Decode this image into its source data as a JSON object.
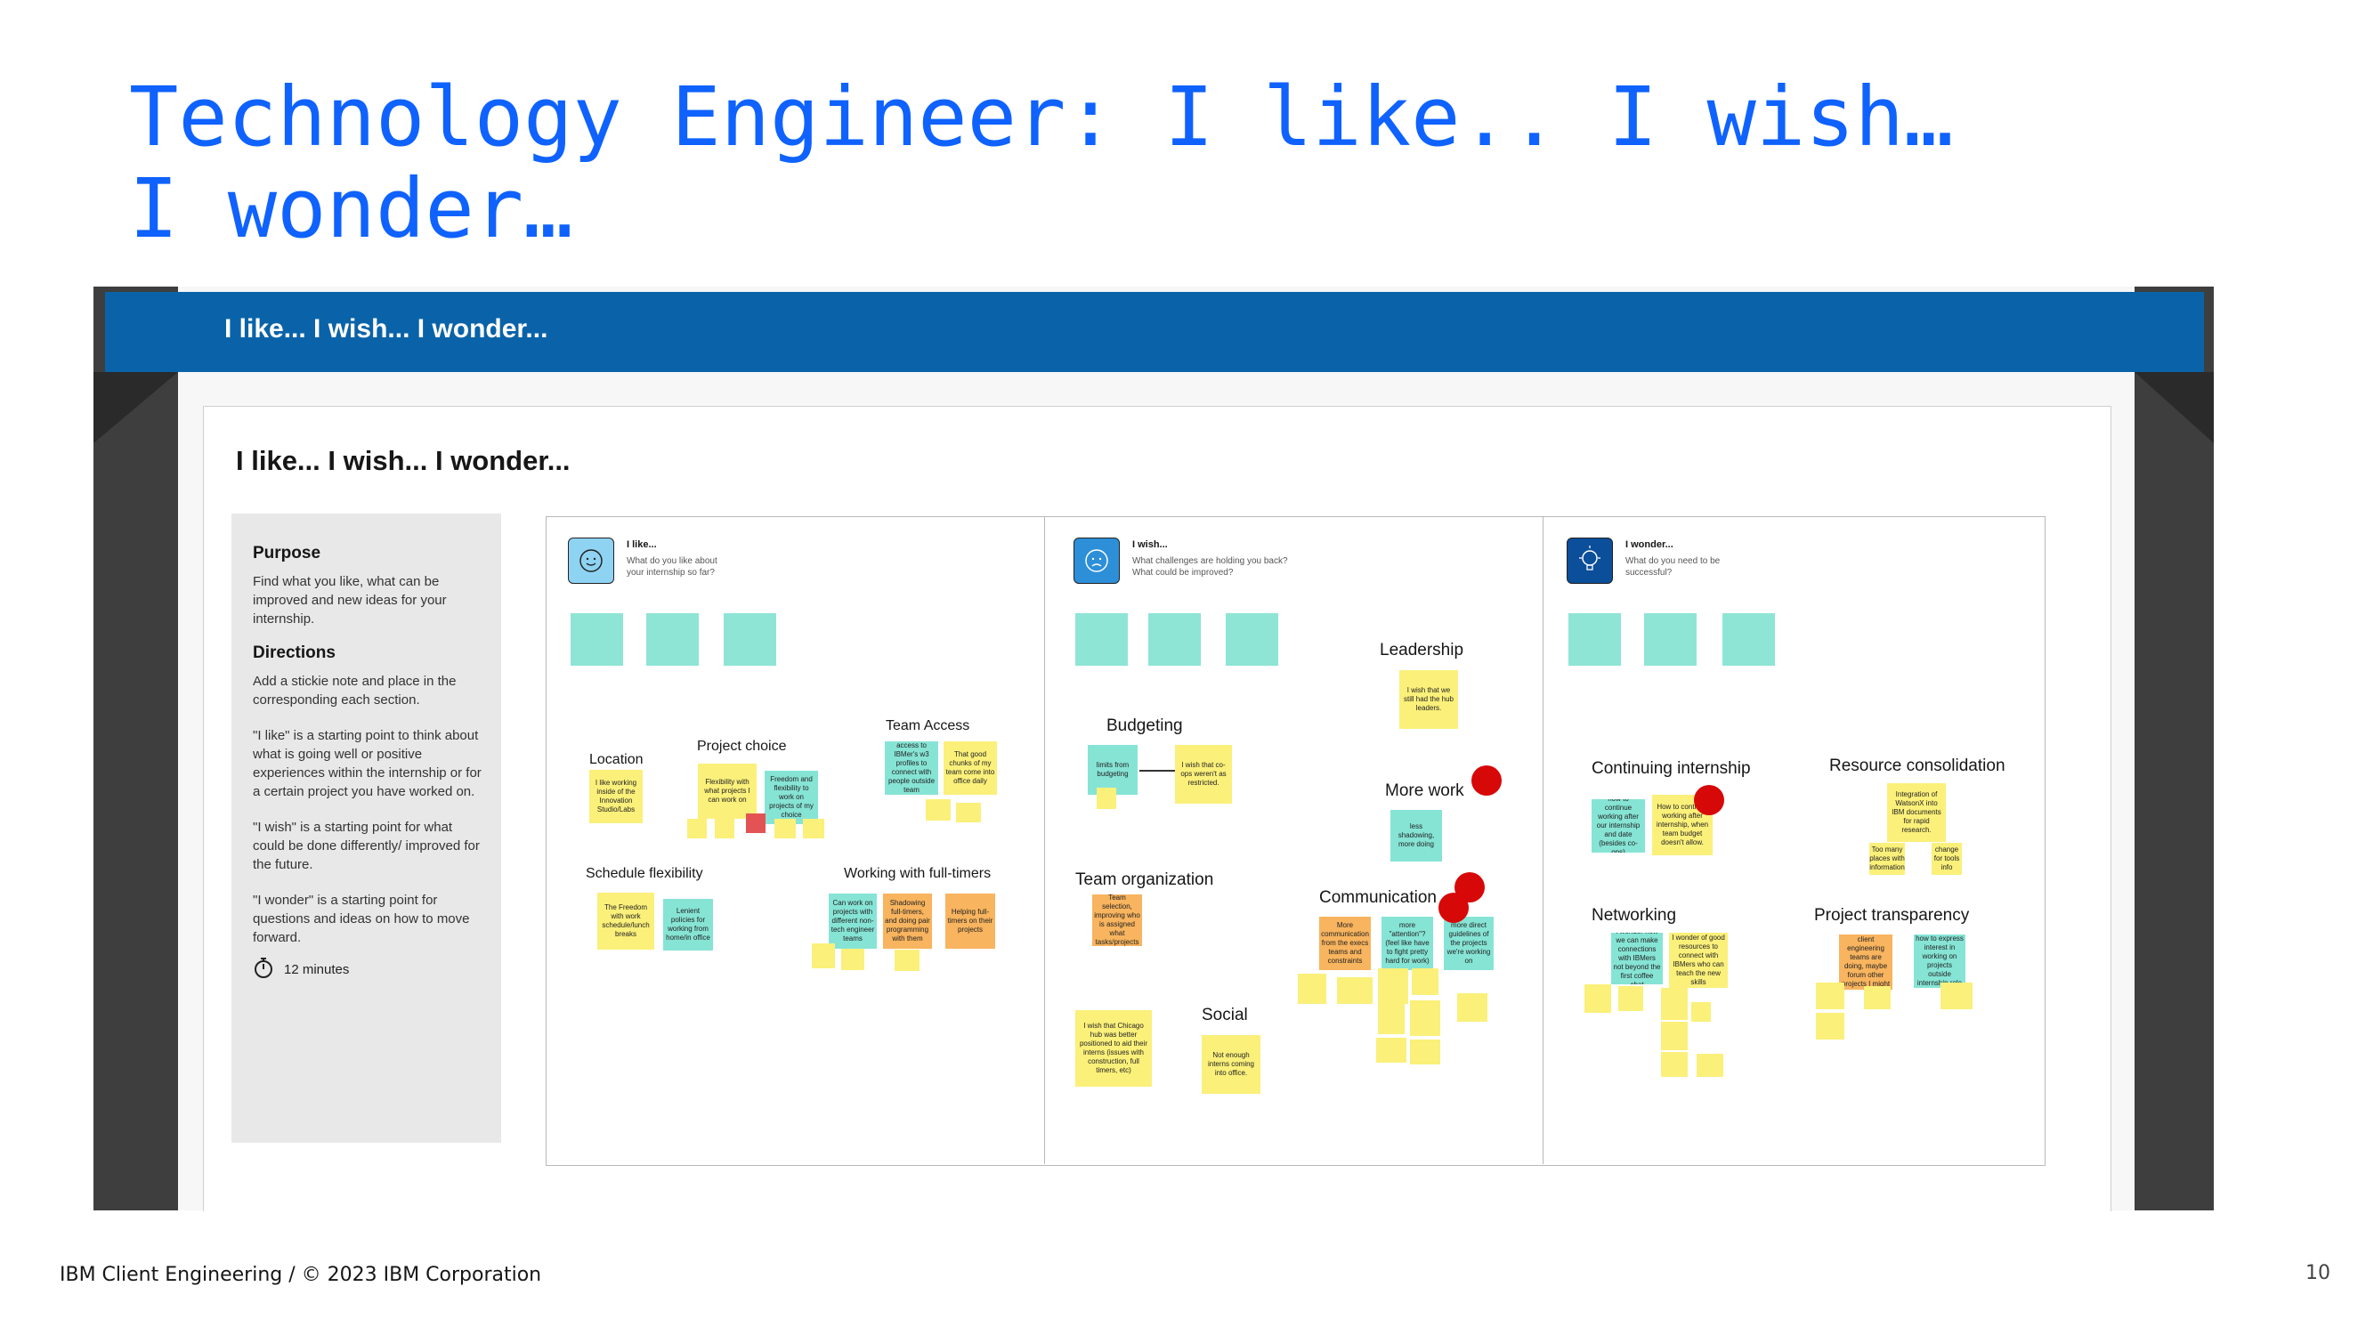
{
  "slide": {
    "title_line1": "Technology Engineer: I like.. I wish…",
    "title_line2": "I wonder…",
    "footer": "IBM Client Engineering / © 2023 IBM Corporation",
    "page_number": "10"
  },
  "colors": {
    "title_blue": "#0f62fe",
    "banner_blue": "#0a63a8",
    "sticky_yellow": "#fbf07a",
    "sticky_teal": "#86e4d5",
    "sticky_orange": "#f8b45e",
    "vote_red": "#d70808"
  },
  "board": {
    "banner_title": "I like... I wish... I wonder...",
    "title": "I like... I wish... I wonder...",
    "instructions": {
      "purpose_heading": "Purpose",
      "purpose_text": "Find what you like, what can be improved and new ideas for your internship.",
      "directions_heading": "Directions",
      "directions_text": "Add a stickie note and place in the corresponding each section.",
      "like_text": "\"I like\" is a starting point to think about what is going well or positive experiences within the internship or for a certain project you have worked on.",
      "wish_text": "\"I wish\" is a starting point for what could be done differently/ improved for the future.",
      "wonder_text": "\"I wonder\" is a starting point for questions and ideas on how to move forward.",
      "timer_icon": "stopwatch-icon",
      "duration": "12 minutes"
    },
    "like": {
      "icon": "smile-icon",
      "heading": "I like...",
      "subtitle": "What do you like about your internship so far?",
      "categories": {
        "location": "Location",
        "project_choice": "Project choice",
        "team_access": "Team Access",
        "schedule": "Schedule flexibility",
        "fulltimers": "Working with full-timers"
      },
      "notes": {
        "location": "I like working inside of the Innovation Studio/Labs",
        "flex_choice": "Flexibility with what projects I can work on",
        "freedom": "Freedom and flexibility to work on projects of my choice",
        "access": "access to IBMer's w3 profiles to connect with people outside team",
        "good_chunks": "That good chunks of my team come into office daily",
        "freedom_schedule": "The Freedom with work schedule/lunch breaks",
        "lenient": "Lenient policies for working from home/in office",
        "can_work": "Can work on projects with different non-tech engineer teams",
        "shadowing": "Shadowing full-timers, and doing pair programming with them",
        "helping": "Helping full-timers on their projects"
      }
    },
    "wish": {
      "icon": "sad-face-icon",
      "heading": "I wish...",
      "subtitle": "What challenges are holding you back? What could be improved?",
      "categories": {
        "leadership": "Leadership",
        "budgeting": "Budgeting",
        "more_work": "More work",
        "team_org": "Team organization",
        "communication": "Communication",
        "social": "Social"
      },
      "notes": {
        "leadership": "I wish that we still had the hub leaders.",
        "limits": "limits from budgeting",
        "coops": "I wish that co-ops weren't as restricted.",
        "less_shadowing": "less shadowing, more doing",
        "team_selection": "Team selection, improving who is assigned what tasks/projects",
        "more_comm": "More communication from the execs teams and constraints",
        "more_attention": "more \"attention\"? (feel like have to fight pretty hard for work)",
        "more_direct": "more direct guidelines of the projects we're working on",
        "chicago": "I wish that Chicago hub was better positioned to aid their interns (issues with construction, full timers, etc)",
        "not_enough": "Not enough interns coming into office."
      }
    },
    "wonder": {
      "icon": "lightbulb-icon",
      "heading": "I wonder...",
      "subtitle": "What do you need to be successful?",
      "categories": {
        "continuing": "Continuing internship",
        "resource": "Resource consolidation",
        "networking": "Networking",
        "transparency": "Project transparency"
      },
      "notes": {
        "continue": "how to continue working after our internship and date (besides co-ops)",
        "how_to_cont": "How to continue working after internship, when team budget doesn't allow.",
        "integration": "Integration of WatsonX into IBM documents for rapid research.",
        "too_many": "Too many places with information",
        "changes": "change for tools info",
        "net1": "I wonder how we can make connections with IBMers not beyond the first coffee chat",
        "net2": "I wonder of good resources to connect with IBMers who can teach the new skills",
        "trans1": "What other client engineering teams are doing, maybe forum other projects I might be interested in",
        "trans2": "how to express interest in working on projects outside internship role"
      }
    }
  }
}
